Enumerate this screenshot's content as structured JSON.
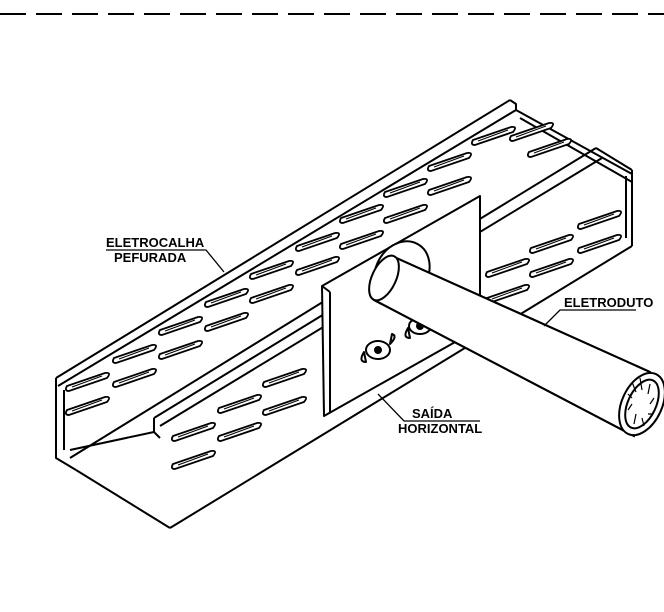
{
  "labels": {
    "tray_line1": "ELETROCALHA",
    "tray_line2": "PEFURADA",
    "conduit": "ELETRODUTO",
    "outlet_line1": "SAÍDA",
    "outlet_line2": "HORIZONTAL"
  },
  "colors": {
    "stroke": "#000000",
    "background": "#ffffff"
  }
}
